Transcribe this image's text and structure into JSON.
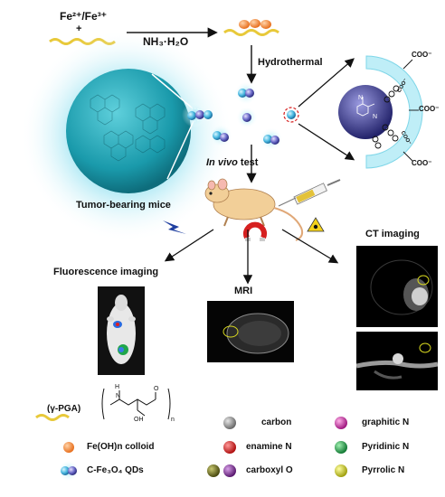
{
  "reactants": {
    "iron_ions": "Fe²⁺/Fe³⁺",
    "plus": "+",
    "reagent": "NH₃·H₂O"
  },
  "steps": {
    "hydrothermal": "Hydrothermal",
    "in_vivo_prefix": "In vivo",
    "in_vivo_suffix": " test"
  },
  "surface_groups": {
    "carboxylate": "COO⁻"
  },
  "mouse_label": "Tumor-bearing mice",
  "imaging": {
    "fluorescence": "Fluorescence imaging",
    "mri": "MRI",
    "ct": "CT imaging"
  },
  "legend": {
    "pga": "(γ-PGA)",
    "structure_sub": "n",
    "colloid": "Fe(OH)n colloid",
    "qds": "C-Fe₃O₄ QDs",
    "carbon": "carbon",
    "enamine_n": "enamine N",
    "carboxyl_o": "carboxyl O",
    "graphitic_n": "graphitic N",
    "pyridinic_n": "Pyridinic N",
    "pyrrolic_n": "Pyrrolic N"
  },
  "colors": {
    "glow": "#6fd3e8",
    "sphere": "#1fa6b8",
    "chain": "#e8c93a",
    "colloid": "#f08a3c",
    "carbon": "#9a9a9a",
    "enamine_n": "#d62020",
    "carboxyl_o_1": "#6b6b1e",
    "carboxyl_o_2": "#8a2a9a",
    "graphitic_n": "#d62aa0",
    "pyridinic_n": "#1fa64a",
    "pyrrolic_n": "#d8d820",
    "core": "#3a3a9a",
    "mouse": "#f2cf98"
  }
}
